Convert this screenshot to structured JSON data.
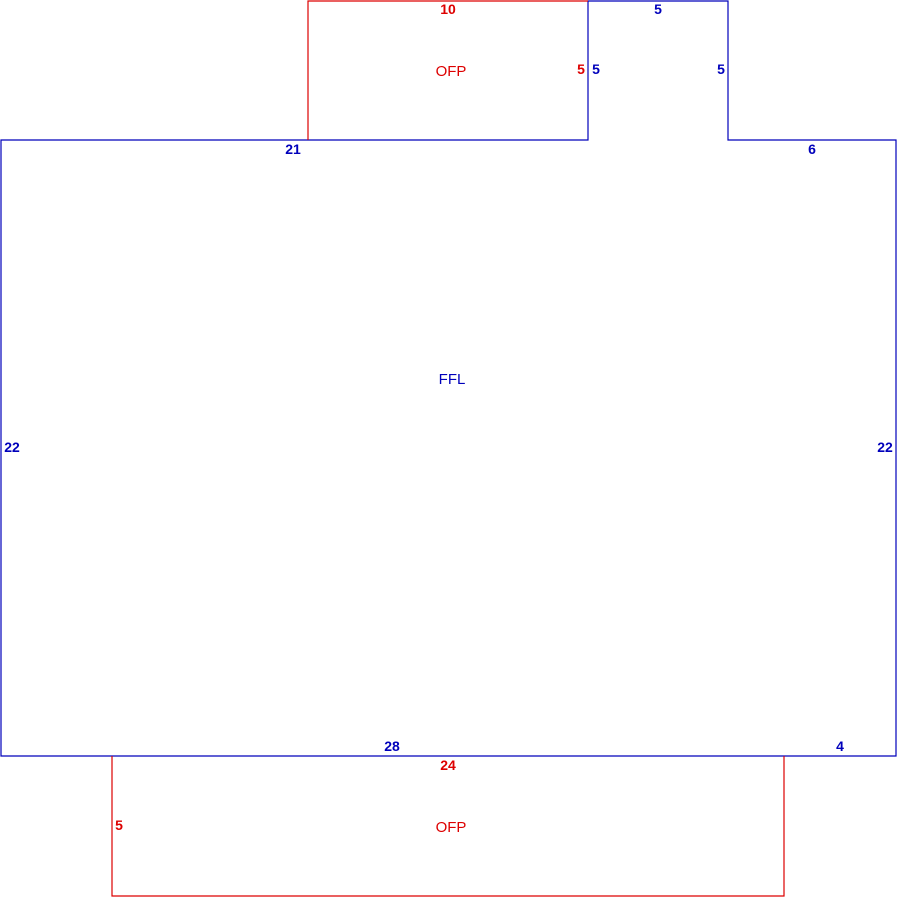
{
  "colors": {
    "main_area": "#0000bb",
    "porch_area": "#dd0000"
  },
  "areas": {
    "main": {
      "code": "FFL"
    },
    "porch_top": {
      "code": "OFP"
    },
    "porch_bottom": {
      "code": "OFP"
    }
  },
  "dimensions": {
    "main": {
      "top_bump_width": "5",
      "bump_left_height": "5",
      "bump_right_height": "5",
      "top_left": "21",
      "top_right": "6",
      "left": "22",
      "right": "22",
      "bottom_left": "28",
      "bottom_right": "4"
    },
    "porch_top": {
      "top": "10",
      "right": "5"
    },
    "porch_bottom": {
      "top": "24",
      "left": "5"
    }
  }
}
